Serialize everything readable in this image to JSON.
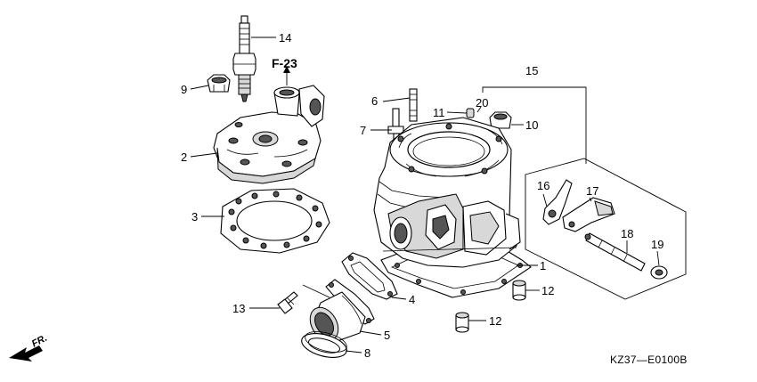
{
  "diagram": {
    "reference": "F-23",
    "drawing_code": "KZ37—E0100B",
    "direction": "FR.",
    "callouts": {
      "c1": "1",
      "c2": "2",
      "c3": "3",
      "c4": "4",
      "c5": "5",
      "c6": "6",
      "c7": "7",
      "c8": "8",
      "c9": "9",
      "c10": "10",
      "c11": "11",
      "c12a": "12",
      "c12b": "12",
      "c13": "13",
      "c14": "14",
      "c15": "15",
      "c16": "16",
      "c17": "17",
      "c18": "18",
      "c19": "19",
      "c20": "20"
    }
  }
}
